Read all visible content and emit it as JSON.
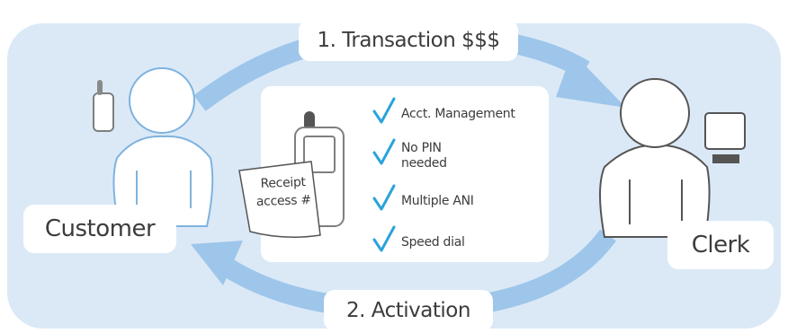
{
  "diagram": {
    "flow_top_label": "1. Transaction $$$",
    "flow_bottom_label": "2. Activation",
    "customer_label": "Customer",
    "clerk_label": "Clerk",
    "receipt_label": "Receipt\naccess #",
    "features": [
      "Acct. Management",
      "No PIN\nneeded",
      "Multiple ANI",
      "Speed dial"
    ]
  },
  "colors": {
    "panel_background": "#dbe9f7",
    "arrow": "#9ec6ea",
    "person_outline": "#7fb3de",
    "clerk_outline": "#555555",
    "checkmark": "#2aa3db",
    "text": "#3c3c3c"
  },
  "icons": [
    "phone-icon",
    "person-icon",
    "computer-monitor-icon",
    "receipt-icon",
    "checkmark-icon"
  ]
}
